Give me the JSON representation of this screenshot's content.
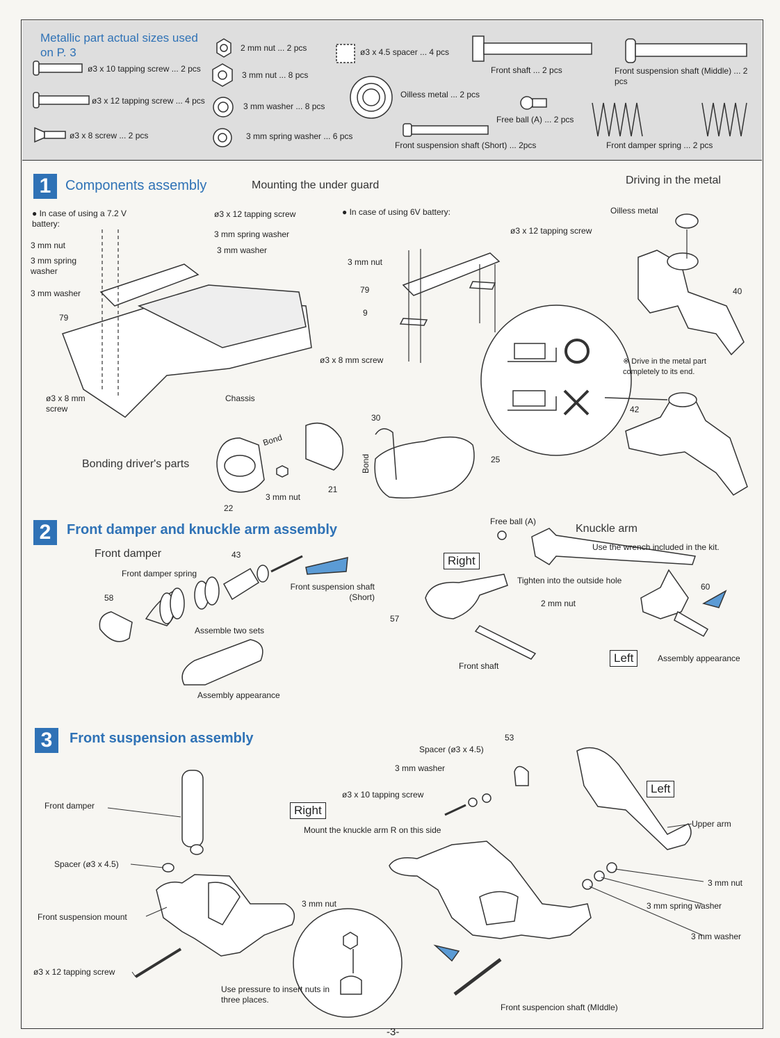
{
  "parts_list": {
    "title": "Metallic part actual sizes used on P. 3",
    "items": [
      "ø3 x 10 tapping screw ... 2 pcs",
      "ø3 x 12 tapping screw ... 4 pcs",
      "ø3 x 8 screw ... 2 pcs",
      "2 mm nut ... 2 pcs",
      "3 mm nut ... 8 pcs",
      "3 mm washer ... 8 pcs",
      "3 mm spring washer ... 6 pcs",
      "ø3 x 4.5 spacer ... 4 pcs",
      "Oilless metal ... 2 pcs",
      "Front suspension shaft (Short) ... 2pcs",
      "Front shaft ... 2 pcs",
      "Free ball (A) ... 2 pcs",
      "Front suspension shaft (Middle) ... 2 pcs",
      "Front damper spring ... 2 pcs"
    ]
  },
  "section1": {
    "number": "1",
    "title": "Components assembly",
    "subtitle_under_guard": "Mounting the under guard",
    "subtitle_metal": "Driving in the metal",
    "case_72v": "● In case of using a 7.2 V battery:",
    "case_6v": "● In case of using 6V battery:",
    "labels": {
      "tap12": "ø3 x 12 tapping screw",
      "spring_washer": "3 mm spring washer",
      "washer": "3 mm washer",
      "nut": "3 mm nut",
      "screw8": "ø3 x 8 mm screw",
      "chassis": "Chassis",
      "oilless": "Oilless metal",
      "drive_note": "※ Drive in the metal part completely to its end.",
      "bond": "Bond",
      "bonding": "Bonding driver's parts"
    },
    "part_numbers": [
      "79",
      "9",
      "40",
      "42",
      "30",
      "25",
      "22",
      "21"
    ]
  },
  "section2": {
    "number": "2",
    "title": "Front damper and knuckle arm assembly",
    "front_damper": "Front damper",
    "labels": {
      "damper_spring": "Front damper spring",
      "susp_short": "Front suspension shaft (Short)",
      "assemble_two": "Assemble two sets",
      "assembly_appearance": "Assembly appearance",
      "free_ball": "Free ball (A)",
      "knuckle_arm": "Knuckle arm",
      "wrench_note": "Use the wrench included in the kit.",
      "tighten": "Tighten into the outside hole",
      "nut2": "2 mm nut",
      "front_shaft": "Front shaft",
      "right": "Right",
      "left": "Left"
    },
    "part_numbers": [
      "43",
      "58",
      "57",
      "60"
    ]
  },
  "section3": {
    "number": "3",
    "title": "Front suspension assembly",
    "labels": {
      "front_damper": "Front damper",
      "spacer": "Spacer (ø3 x 4.5)",
      "mount": "Front suspension mount",
      "tap12": "ø3 x 12 tapping screw",
      "nut3": "3 mm nut",
      "pressure": "Use pressure to insert nuts in three places.",
      "spacer2": "Spacer (ø3 x 4.5)",
      "washer": "3 mm washer",
      "tap10": "ø3 x 10 tapping screw",
      "right": "Right",
      "mount_knuckle": "Mount the knuckle arm R on this side",
      "left": "Left",
      "upper_arm": "Upper arm",
      "spring_washer": "3 mm spring washer",
      "shaft_middle": "Front suspencion shaft (MIddle)"
    },
    "part_numbers": [
      "53"
    ]
  },
  "page_number": "-3-"
}
